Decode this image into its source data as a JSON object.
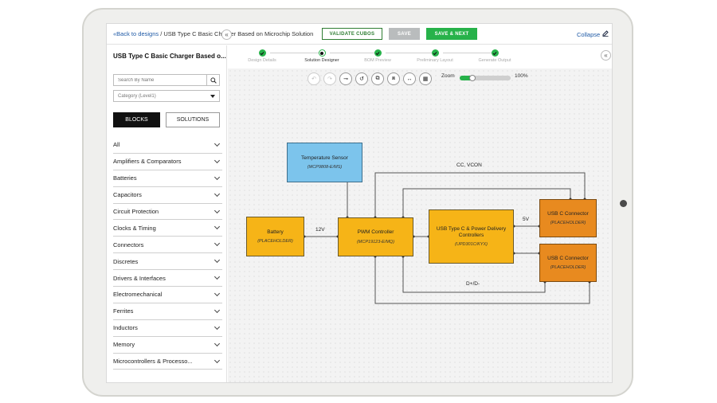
{
  "header": {
    "back_link": "Back to designs",
    "separator": " / ",
    "design_title": "USB Type C Basic Charger Based on Microchip Solution",
    "validate_label": "VALIDATE CUBOS",
    "save_label": "SAVE",
    "save_next_label": "SAVE & NEXT",
    "collapse_label": "Collapse"
  },
  "sidebar": {
    "title": "USB Type C Basic Charger Based o...",
    "search_placeholder": "Search By Name",
    "category_select": "Category (Level1)",
    "tabs": [
      "BLOCKS",
      "SOLUTIONS"
    ],
    "categories": [
      "All",
      "Amplifiers & Comparators",
      "Batteries",
      "Capacitors",
      "Circuit Protection",
      "Clocks & Timing",
      "Connectors",
      "Discretes",
      "Drivers & Interfaces",
      "Electromechanical",
      "Ferrites",
      "Inductors",
      "Memory",
      "Microcontrollers & Processo..."
    ]
  },
  "steps": [
    {
      "label": "Design Details",
      "state": "done"
    },
    {
      "label": "Solution Designer",
      "state": "active"
    },
    {
      "label": "BOM Preview",
      "state": "done"
    },
    {
      "label": "Preliminary Layout",
      "state": "done"
    },
    {
      "label": "Generate Output",
      "state": "done"
    }
  ],
  "toolbar": {
    "tools": [
      "undo-icon",
      "redo-icon",
      "connect-icon",
      "rotate-icon",
      "group-icon",
      "ungroup-icon",
      "fit-icon",
      "map-icon"
    ],
    "zoom_label": "Zoom",
    "zoom_value": "100%",
    "zoom_fraction": 0.25
  },
  "diagram": {
    "blocks": {
      "temp": {
        "title": "Temperature Sensor",
        "part": "(MCP9808-E/MS)"
      },
      "battery": {
        "title": "Battery",
        "part": "(PLACEHOLDER)"
      },
      "pwm": {
        "title": "PWM Controller",
        "part": "(MCP19123-E/MQ)"
      },
      "usbpd": {
        "title": "USB Type C & Power Delivery Controllers",
        "part": "(UPD301C/KYX)"
      },
      "conn1": {
        "title": "USB C Connector",
        "part": "(PLACEHOLDER)"
      },
      "conn2": {
        "title": "USB C Connector",
        "part": "(PLACEHOLDER)"
      }
    },
    "labels": {
      "cc": "CC, VCON",
      "v12": "12V",
      "v5": "5V",
      "dpdm": "D+/D-"
    }
  },
  "colors": {
    "accent_green": "#27b24a",
    "link_blue": "#1f5aa6",
    "block_yellow": "#f6b417",
    "block_blue": "#7cc4ec",
    "block_orange": "#e88a1f"
  }
}
